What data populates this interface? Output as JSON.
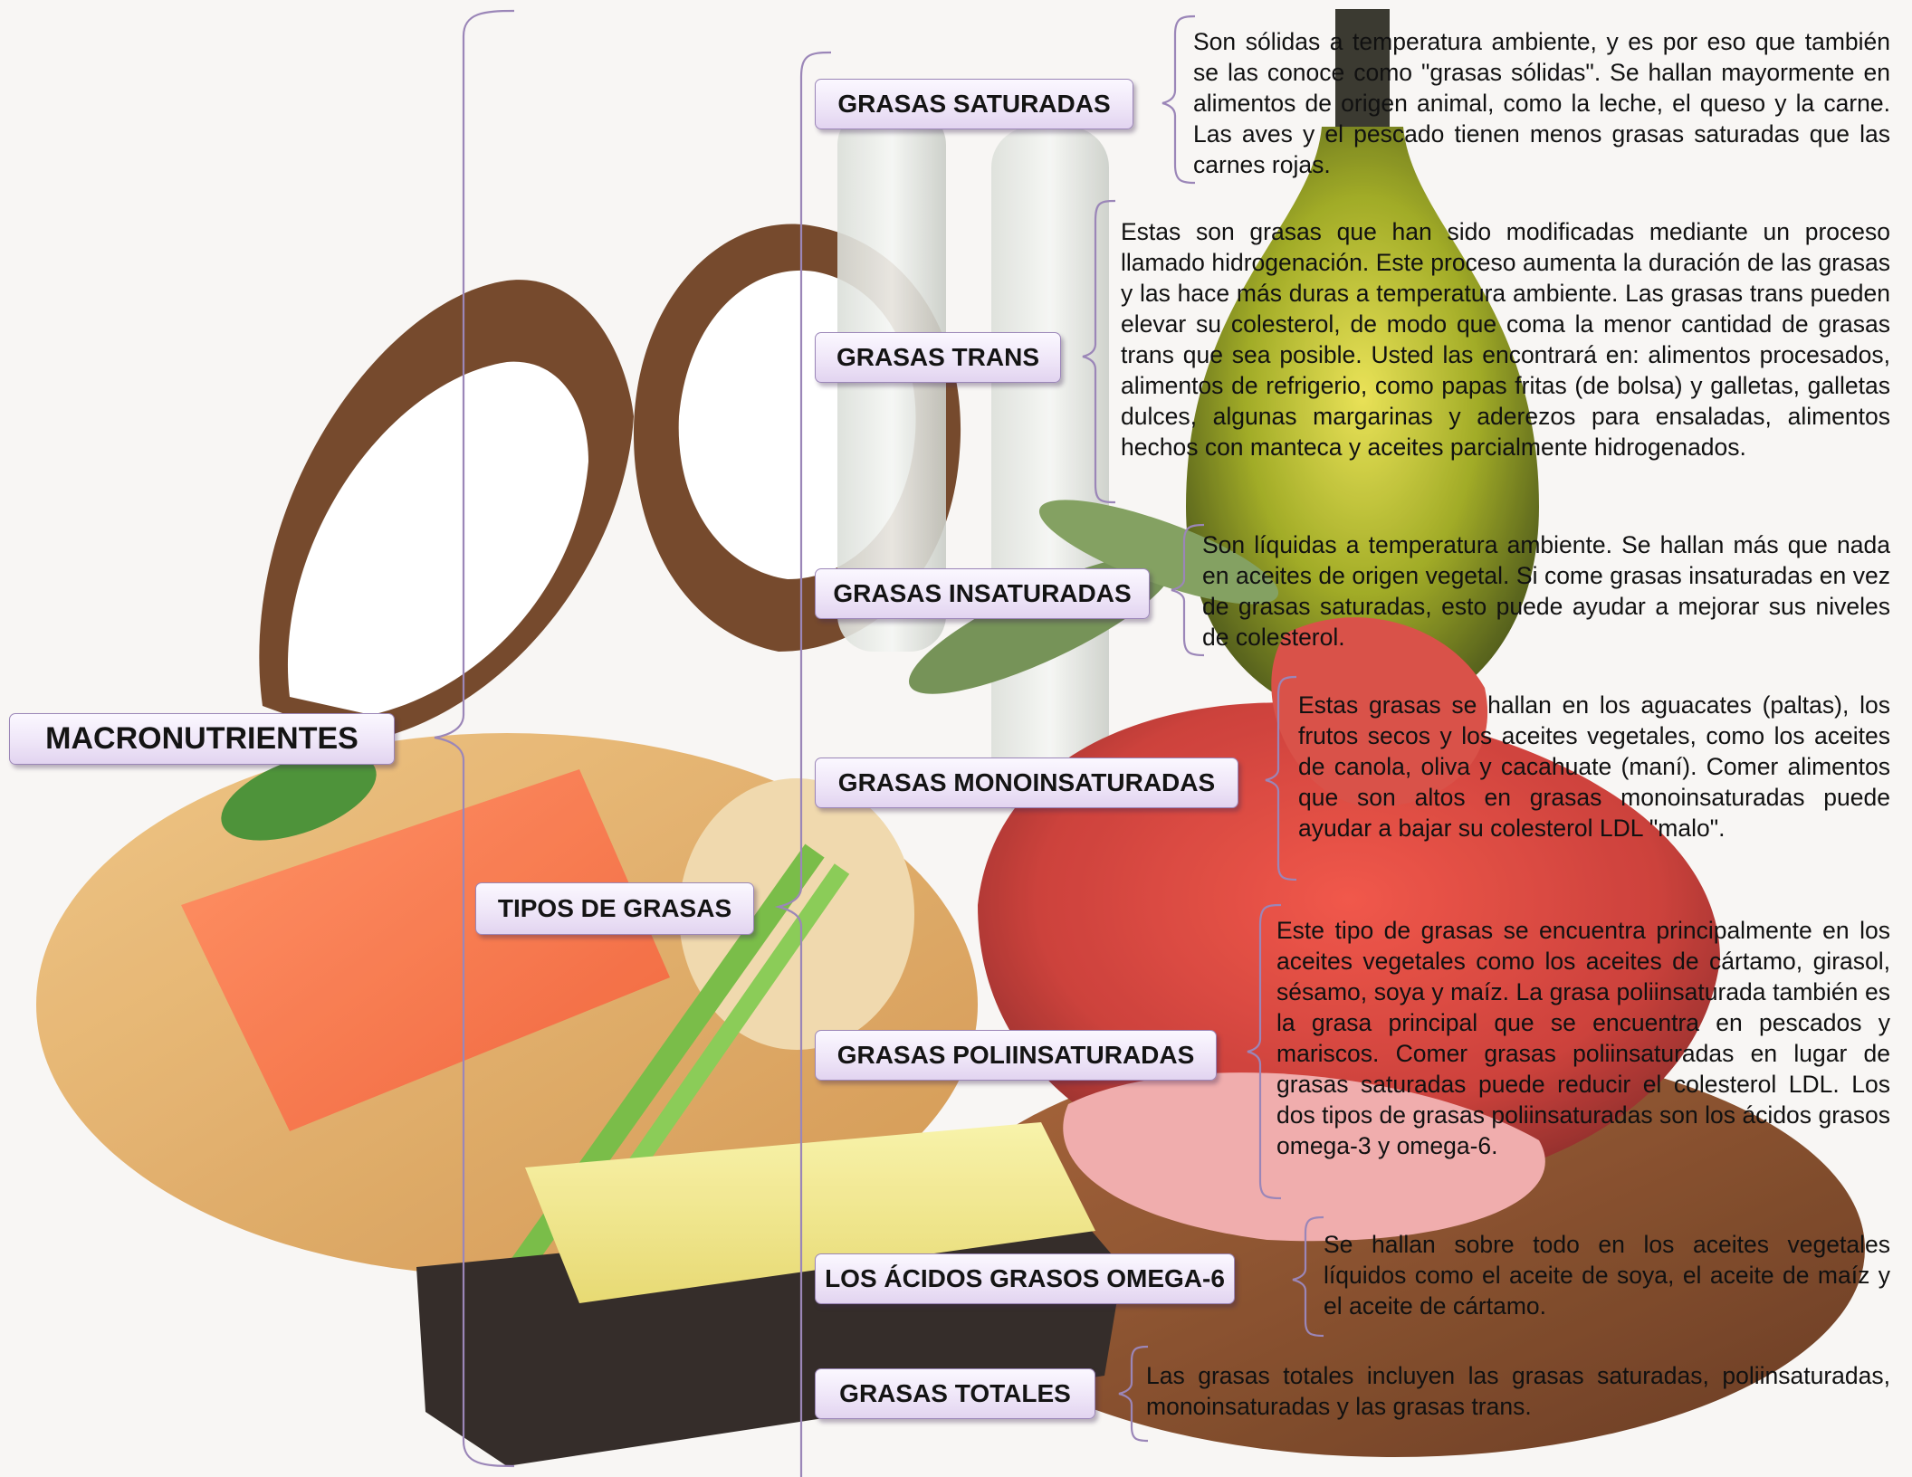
{
  "root": {
    "label": "MACRONUTRIENTES"
  },
  "branch": {
    "label": "TIPOS DE GRASAS"
  },
  "fat_types": [
    {
      "label": "GRASAS SATURADAS",
      "description": "Son sólidas a temperatura ambiente, y es por eso que también se las conoce como \"grasas sólidas\". Se hallan mayormente en alimentos de origen animal, como la leche, el queso y la carne. Las aves y el pescado tienen menos grasas saturadas que las carnes rojas."
    },
    {
      "label": "GRASAS TRANS",
      "description": "Estas son grasas que han sido modificadas mediante un proceso llamado hidrogenación. Este proceso aumenta la duración de las grasas y las hace más duras a temperatura ambiente. Las grasas trans pueden elevar su colesterol, de modo que coma la menor cantidad de grasas trans que sea posible. Usted las encontrará en: alimentos procesados, alimentos de refrigerio, como papas fritas (de bolsa) y galletas, galletas dulces, algunas margarinas y aderezos para ensaladas, alimentos hechos con manteca y aceites parcialmente hidrogenados."
    },
    {
      "label": "GRASAS INSATURADAS",
      "description": "Son líquidas a temperatura ambiente. Se hallan más que nada en aceites de origen vegetal. Si come grasas insaturadas en vez de grasas saturadas, esto puede ayudar a mejorar sus niveles de colesterol."
    },
    {
      "label": "GRASAS MONOINSATURADAS",
      "description": "Estas grasas se hallan en los aguacates (paltas), los frutos secos y los aceites vegetales, como los aceites de canola, oliva y cacahuate (maní). Comer alimentos que son altos en grasas monoinsaturadas puede ayudar a bajar su colesterol LDL \"malo\"."
    },
    {
      "label": "GRASAS POLIINSATURADAS",
      "description": "Este tipo de grasas se encuentra principalmente en los aceites vegetales como los aceites de cártamo, girasol, sésamo, soya y maíz. La grasa poliinsaturada también es la grasa principal que se encuentra en pescados y mariscos. Comer grasas poliinsaturadas en lugar de grasas saturadas puede reducir el colesterol LDL. Los dos tipos de grasas poliinsaturadas son los ácidos grasos omega-3 y omega-6."
    },
    {
      "label": "LOS ÁCIDOS GRASOS OMEGA-6",
      "description": "Se hallan sobre todo en los aceites vegetales líquidos como el aceite de soya, el aceite de maíz y el aceite de cártamo."
    },
    {
      "label": "GRASAS TOTALES",
      "description": "Las grasas totales incluyen las grasas saturadas, poliinsaturadas, monoinsaturadas y las grasas trans."
    }
  ],
  "colors": {
    "node_fill": "#efe6f8",
    "node_border": "#9b86b8",
    "bracket": "#9b86b8",
    "text": "#111111"
  }
}
